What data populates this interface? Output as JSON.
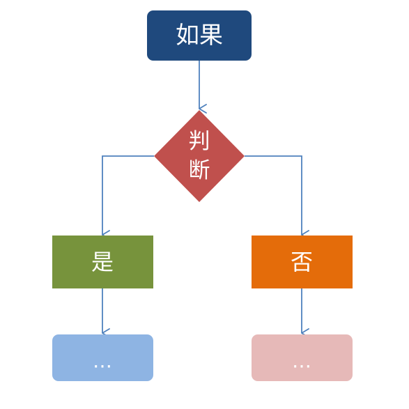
{
  "nodes": {
    "if": {
      "label": "如果",
      "color": "#1f497d"
    },
    "judge": {
      "line1": "判",
      "line2": "断",
      "color": "#c0504d"
    },
    "yes": {
      "label": "是",
      "color": "#77933c"
    },
    "no": {
      "label": "否",
      "color": "#e46c0a"
    },
    "yes_next": {
      "label": "…",
      "color": "#8eb4e3"
    },
    "no_next": {
      "label": "…",
      "color": "#e6b9b8"
    }
  },
  "connector_color": "#4f81bd"
}
